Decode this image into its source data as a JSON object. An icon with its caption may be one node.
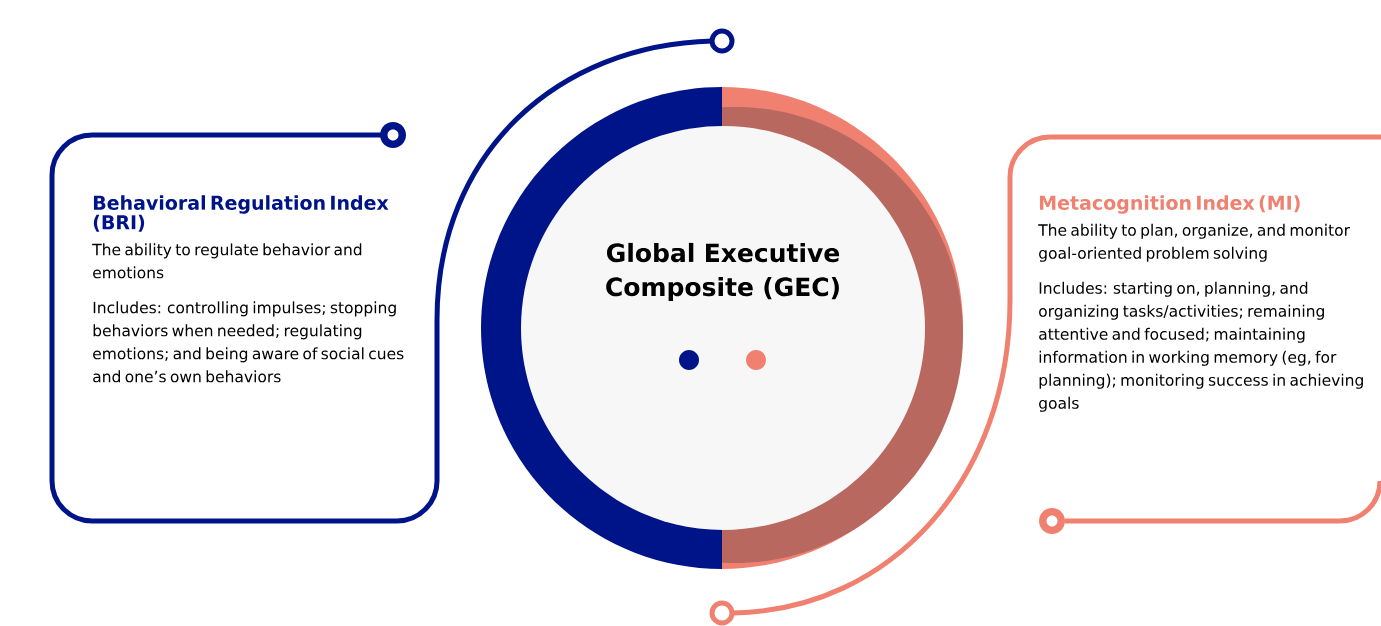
{
  "diagram": {
    "nodes": [
      {
        "text": [
          "Behavioral Regulation Index (BRI)",
          "The ability to regulate behavior and emotions",
          "Includes: controlling impulses; stopping behaviors when needed; regulating emotions; and being aware of social cues and one’s own behaviors"
        ]
      },
      {
        "text": [
          "Global Executive Composite (GEC)"
        ]
      },
      {
        "text": [
          "Metacognition Index (MI)",
          "The ability to plan, organize, and monitor goal-oriented problem solving",
          "Includes: starting on, planning, and organizing tasks/activities; remaining attentive and focused; maintaining information in working memory (eg, for planning); monitoring success in achieving goals"
        ]
      }
    ]
  }
}
